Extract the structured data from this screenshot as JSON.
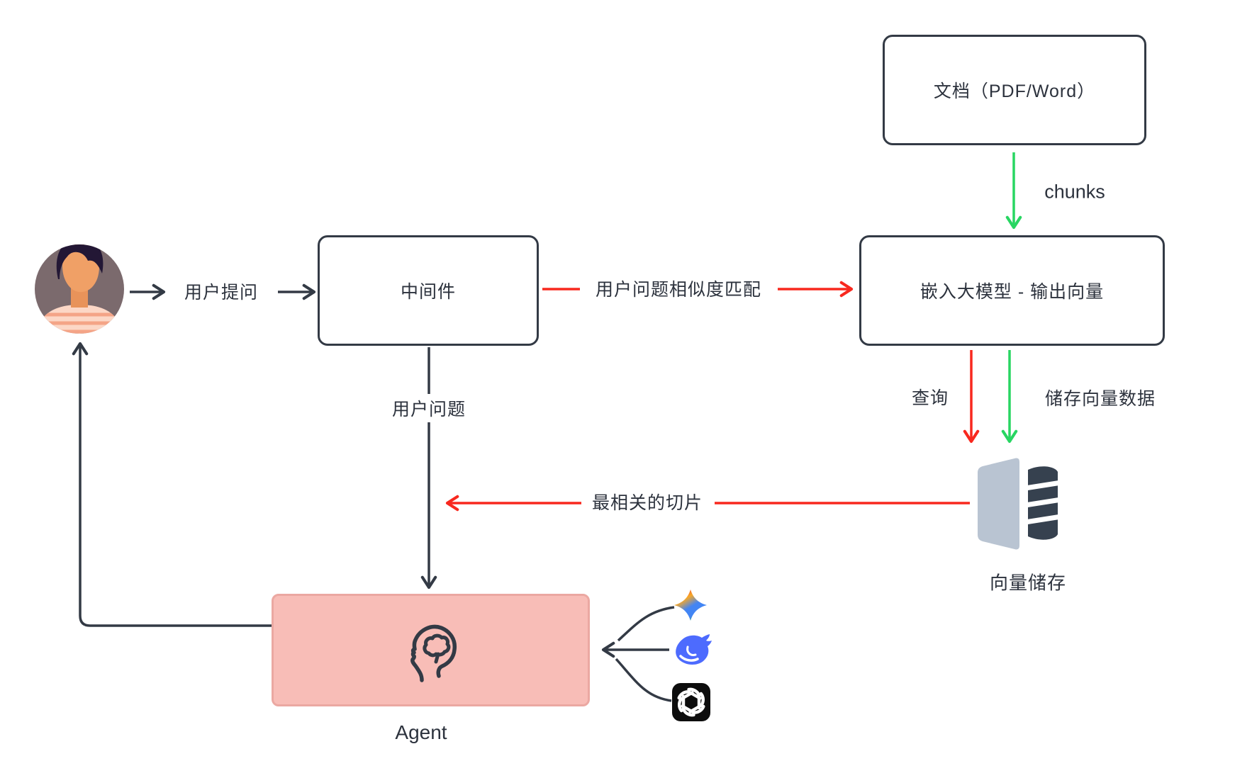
{
  "nodes": {
    "document": {
      "label": "文档（PDF/Word）"
    },
    "middleware": {
      "label": "中间件"
    },
    "embedding_model": {
      "label": "嵌入大模型 - 输出向量"
    },
    "vector_store": {
      "label": "向量储存"
    },
    "agent": {
      "label": "Agent"
    }
  },
  "edges": {
    "user_ask": {
      "label": "用户提问"
    },
    "chunks": {
      "label": "chunks"
    },
    "similarity_match": {
      "label": "用户问题相似度匹配"
    },
    "query": {
      "label": "查询"
    },
    "store_vectors": {
      "label": "储存向量数据"
    },
    "user_question": {
      "label": "用户问题"
    },
    "most_relevant_chunks": {
      "label": "最相关的切片"
    }
  },
  "icons": {
    "user_avatar": "user-avatar",
    "agent_brain": "brain-head",
    "vector_db": "vector-database",
    "model_logos": [
      "gemini",
      "deepseek",
      "openai"
    ]
  },
  "colors": {
    "stroke_dark": "#333a45",
    "arrow_red": "#f8281e",
    "arrow_green": "#28d662",
    "agent_fill": "#f8bdb7",
    "agent_border": "#eba8a2",
    "deepseek_blue": "#4d6bfe",
    "db_light": "#b9c4d2",
    "db_dark": "#36414f"
  }
}
